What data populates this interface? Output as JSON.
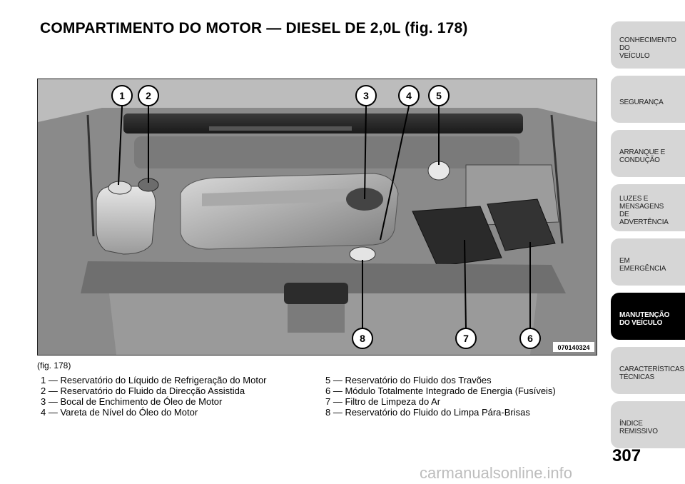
{
  "title": "COMPARTIMENTO DO MOTOR — DIESEL DE 2,0L (fig. 178)",
  "figure": {
    "code": "070140324",
    "caption": "(fig. 178)",
    "callouts": [
      "1",
      "2",
      "3",
      "4",
      "5",
      "6",
      "7",
      "8"
    ]
  },
  "legend_left": [
    "1 — Reservatório do Líquido de Refrigeração do Motor",
    "2 — Reservatório do Fluido da Direcção Assistida",
    "3 — Bocal de Enchimento de Óleo de Motor",
    "4 — Vareta de Nível do Óleo do Motor"
  ],
  "legend_right": [
    "5 — Reservatório do Fluido dos Travões",
    "6 — Módulo Totalmente Integrado de Energia (Fusíveis)",
    "7 — Filtro de Limpeza do Ar",
    "8 — Reservatório do Fluido do Limpa Pára-Brisas"
  ],
  "tabs": [
    {
      "label": "CONHECIMENTO\nDO\nVEÍCULO",
      "active": false
    },
    {
      "label": "SEGURANÇA",
      "active": false
    },
    {
      "label": "ARRANQUE E\nCONDUÇÃO",
      "active": false
    },
    {
      "label": "LUZES E\nMENSAGENS\nDE\nADVERTÊNCIA",
      "active": false
    },
    {
      "label": "EM\nEMERGÊNCIA",
      "active": false
    },
    {
      "label": "MANUTENÇÃO\nDO VEÍCULO",
      "active": true
    },
    {
      "label": "CARACTERÍSTICAS\nTÉCNICAS",
      "active": false
    },
    {
      "label": "ÍNDICE\nREMISSIVO",
      "active": false
    }
  ],
  "page_number": "307",
  "watermark": "carmanualsonline.info"
}
